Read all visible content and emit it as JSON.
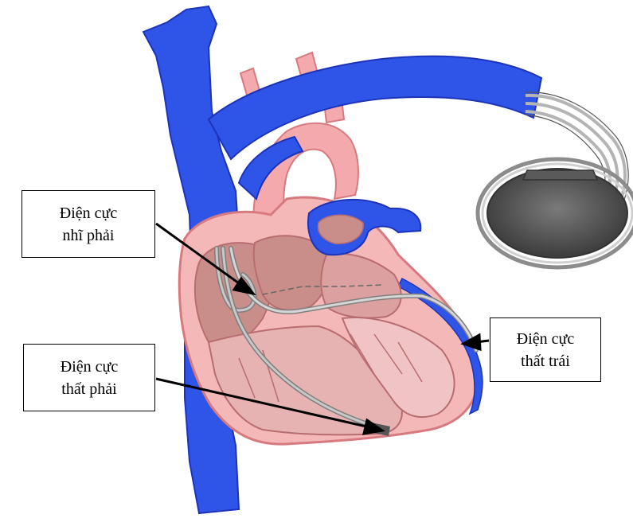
{
  "labels": {
    "right_atrial_lead": {
      "line1": "Điện cực",
      "line2": "nhĩ phải"
    },
    "right_ventricular_lead": {
      "line1": "Điện cực",
      "line2": "thất phải"
    },
    "left_ventricular_lead": {
      "line1": "Điện cực",
      "line2": "thất trái"
    }
  },
  "colors": {
    "vein_blue": "#2f54e8",
    "heart_pink": "#f5b8b8",
    "heart_dark_pink": "#e07a80",
    "chamber_mauve": "#c98d8a",
    "lead_gray": "#9a9a9a",
    "device_gray": "#4d4d4d"
  }
}
